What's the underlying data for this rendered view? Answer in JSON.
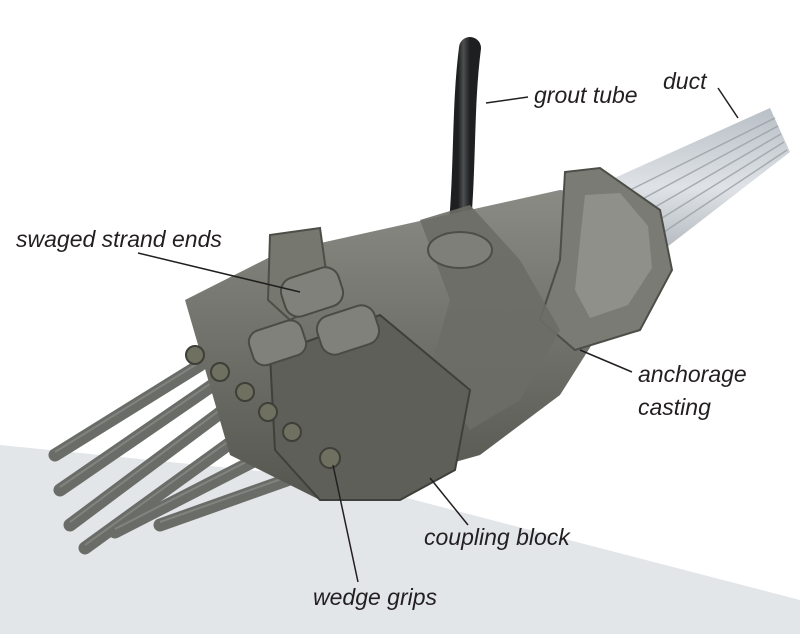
{
  "labels": {
    "duct": "duct",
    "grout_tube": "grout tube",
    "swaged_strand_ends": "swaged strand ends",
    "anchorage_casting_line1": "anchorage",
    "anchorage_casting_line2": "casting",
    "coupling_block": "coupling block",
    "wedge_grips": "wedge grips"
  },
  "colors": {
    "background": "#ffffff",
    "floor": "#e2e6e9",
    "label_text": "#231f20",
    "leader_line": "#231f20",
    "casting": "#6d6e66",
    "strand": "#6a6c68",
    "duct": "#c9cdd2",
    "grout_tube": "#2f3031"
  },
  "icons": [
    "anchorage-assembly-illustration"
  ]
}
